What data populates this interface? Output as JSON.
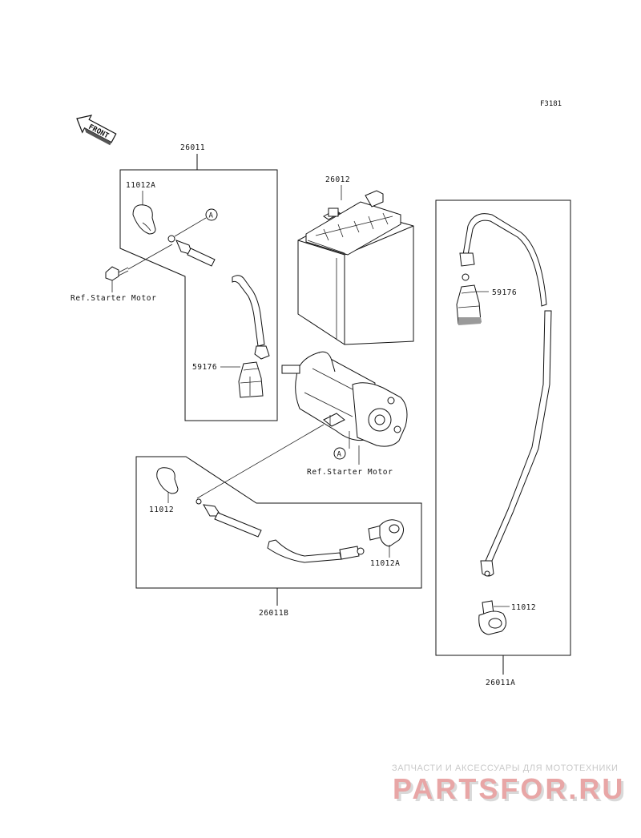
{
  "figure_code": "F3181",
  "front_label": "FRONT",
  "groups": {
    "g26011": "26011",
    "g26011A": "26011A",
    "g26011B": "26011B"
  },
  "parts": {
    "battery": "26012",
    "cap_top_left": "11012A",
    "boot_left": "59176",
    "boot_right": "59176",
    "cap_right": "11012",
    "cap_bottom_left": "11012",
    "cap_bottom_right": "11012A"
  },
  "refs": {
    "starter_left": "Ref.Starter Motor",
    "starter_mid": "Ref.Starter Motor"
  },
  "callouts": {
    "a1": "A",
    "a2": "A"
  },
  "watermark": {
    "tagline": "ЗАПЧАСТИ И АКСЕССУАРЫ ДЛЯ МОТОТЕХНИКИ",
    "logo": "PARTSFOR.RU"
  },
  "colors": {
    "line": "#111111",
    "watermark_logo": "#e8a6a6",
    "watermark_text": "#c9c9c9"
  }
}
